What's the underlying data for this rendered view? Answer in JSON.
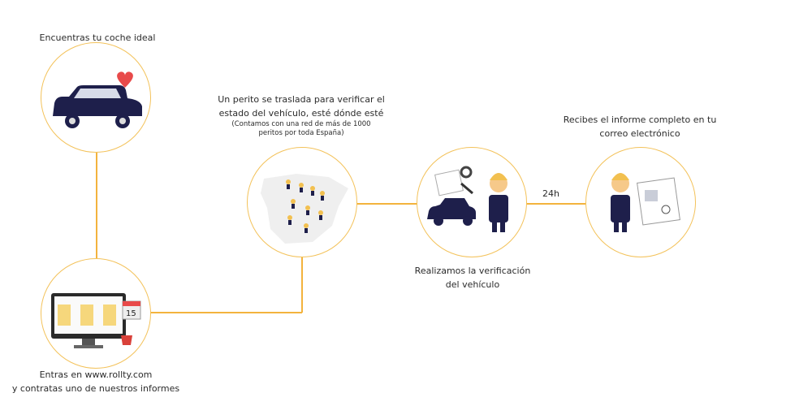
{
  "steps": [
    {
      "id": "step-find-car",
      "text": "Encuentras tu coche ideal"
    },
    {
      "id": "step-order",
      "line1": "Entras en www.rollty.com",
      "line2": "y contratas uno de nuestros informes"
    },
    {
      "id": "step-expert",
      "line1": "Un perito se traslada para verificar el",
      "line2": "estado del vehículo, esté dónde esté",
      "note1": "(Contamos con una red de más de 1000",
      "note2": "peritos por toda España)"
    },
    {
      "id": "step-verify",
      "line1": "Realizamos  la  verificación",
      "line2": "del vehículo"
    },
    {
      "id": "step-report",
      "line1": "Recibes el informe completo en tu",
      "line2": "correo electrónico"
    }
  ],
  "connector_label": "24h",
  "calendar_day": "15",
  "colors": {
    "accent": "#f3b33d",
    "navy": "#1e1f4b",
    "heart": "#e84a4a"
  }
}
